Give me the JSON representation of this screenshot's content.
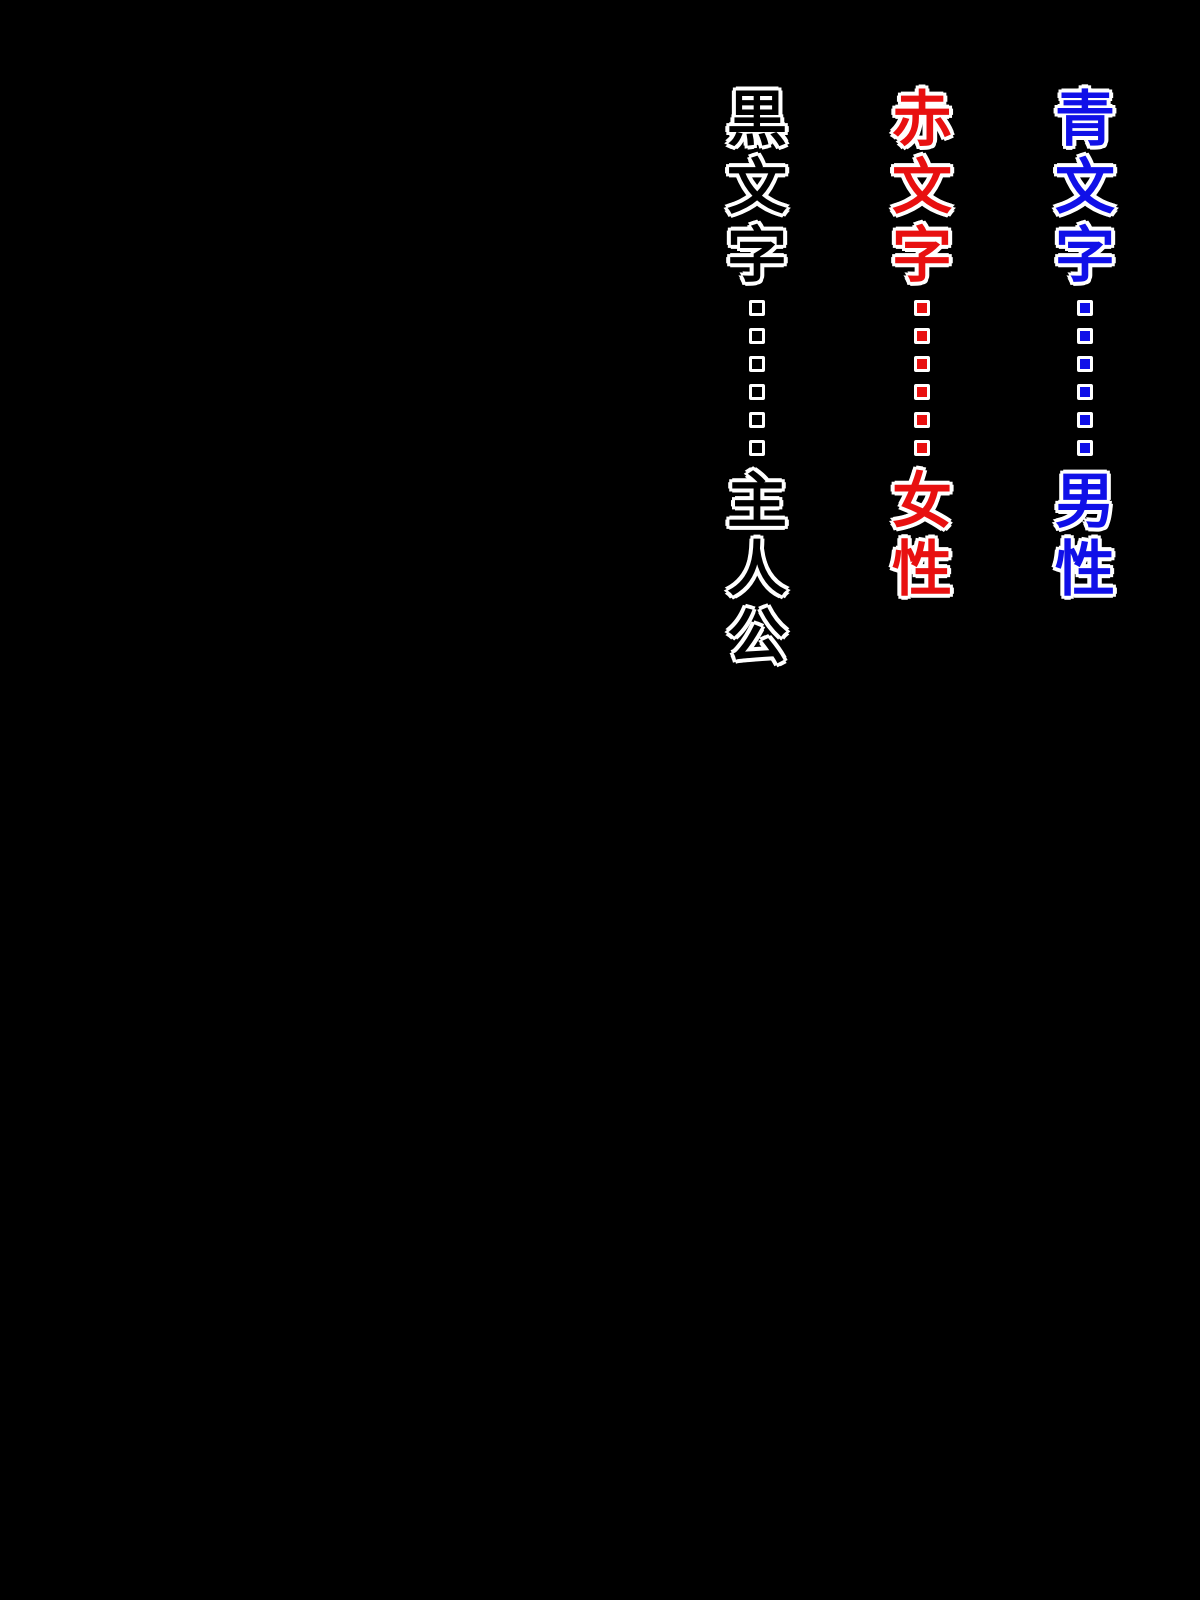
{
  "legend": {
    "blue": {
      "color": "#1010e8",
      "term": [
        "青",
        "文",
        "字"
      ],
      "meaning": [
        "男",
        "性"
      ]
    },
    "red": {
      "color": "#e81010",
      "term": [
        "赤",
        "文",
        "字"
      ],
      "meaning": [
        "女",
        "性"
      ]
    },
    "black": {
      "color": "#000000",
      "term": [
        "黒",
        "文",
        "字"
      ],
      "meaning": [
        "主",
        "人",
        "公"
      ]
    }
  }
}
